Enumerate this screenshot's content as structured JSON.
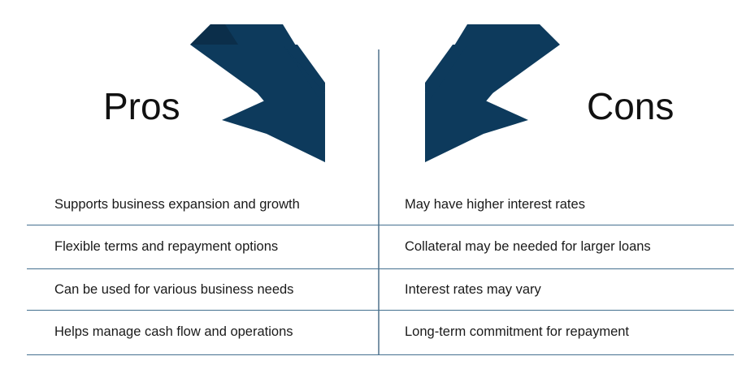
{
  "colors": {
    "arrow_fill": "#0d3a5c",
    "arrow_fill_shade": "#0b2e4a",
    "divider": "#44708f",
    "vertical_divider": "#7b94a8",
    "text": "#1a1a1a",
    "heading_text": "#111111",
    "background": "#ffffff"
  },
  "headings": {
    "left": "Pros",
    "right": "Cons"
  },
  "icons": {
    "left_arrow": "arrow-down-right-icon",
    "right_arrow": "arrow-down-left-icon"
  },
  "columns": {
    "pros": [
      "Supports business expansion and growth",
      "Flexible terms and repayment options",
      "Can be used for various business needs",
      "Helps manage cash flow and operations"
    ],
    "cons": [
      "May have higher interest rates",
      "Collateral may be needed for larger loans",
      "Interest rates may vary",
      "Long-term commitment for repayment"
    ]
  }
}
